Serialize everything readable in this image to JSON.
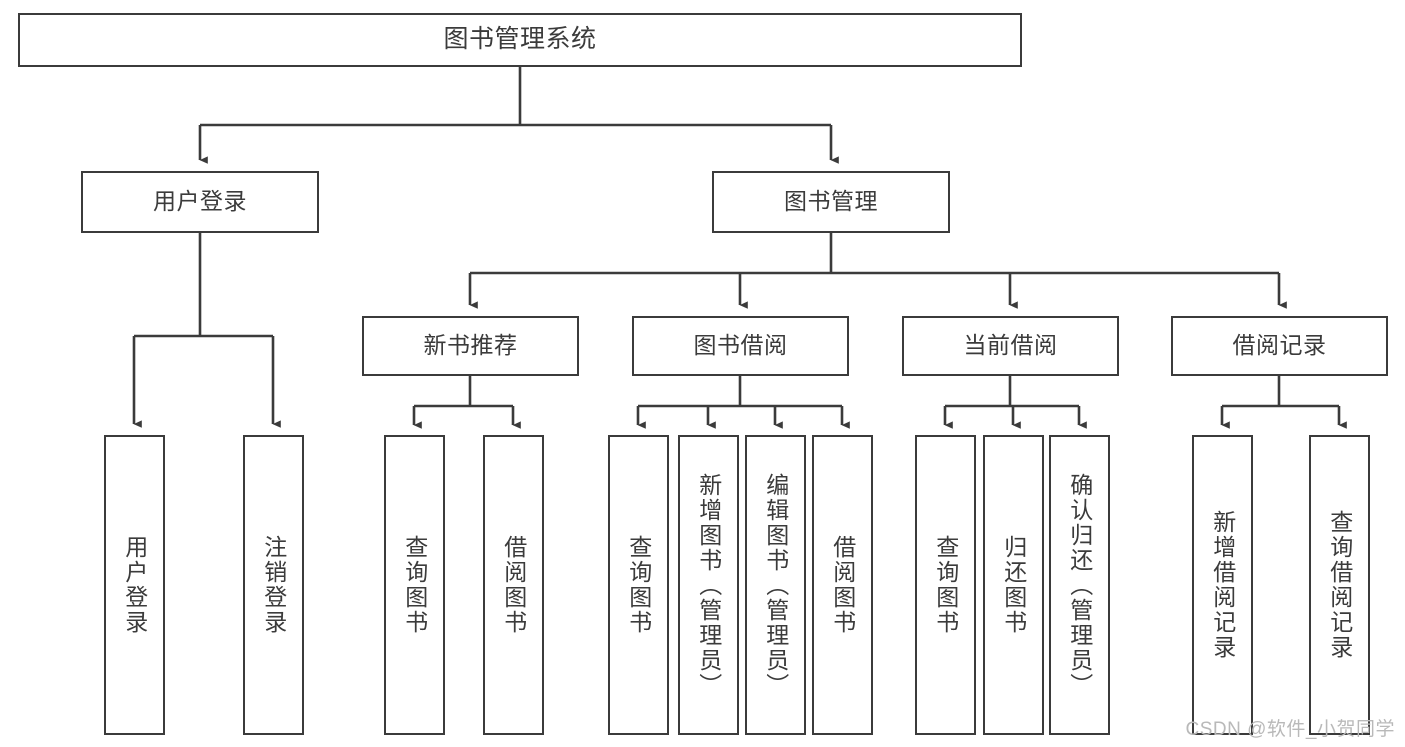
{
  "diagram": {
    "title": "图书管理系统",
    "watermark": "CSDN @软件_小贺同学",
    "line_color": "#3b3b3b",
    "box_fill": "#ffffff",
    "text_color": "#3b3b3b"
  },
  "nodes": {
    "root": {
      "label": "图书管理系统"
    },
    "level2": [
      {
        "label": "用户登录"
      },
      {
        "label": "图书管理"
      }
    ],
    "level3": [
      {
        "label": "新书推荐"
      },
      {
        "label": "图书借阅"
      },
      {
        "label": "当前借阅"
      },
      {
        "label": "借阅记录"
      }
    ],
    "leaves": {
      "user_login": [
        {
          "label": "用户登录"
        },
        {
          "label": "注销登录"
        }
      ],
      "new_book": [
        {
          "label": "查询图书"
        },
        {
          "label": "借阅图书"
        }
      ],
      "book_borrow": [
        {
          "label": "查询图书"
        },
        {
          "label": "新增图书（管理员）"
        },
        {
          "label": "编辑图书（管理员）"
        },
        {
          "label": "借阅图书"
        }
      ],
      "current_borrow": [
        {
          "label": "查询图书"
        },
        {
          "label": "归还图书"
        },
        {
          "label": "确认归还（管理员）"
        }
      ],
      "borrow_record": [
        {
          "label": "新增借阅记录"
        },
        {
          "label": "查询借阅记录"
        }
      ]
    }
  }
}
